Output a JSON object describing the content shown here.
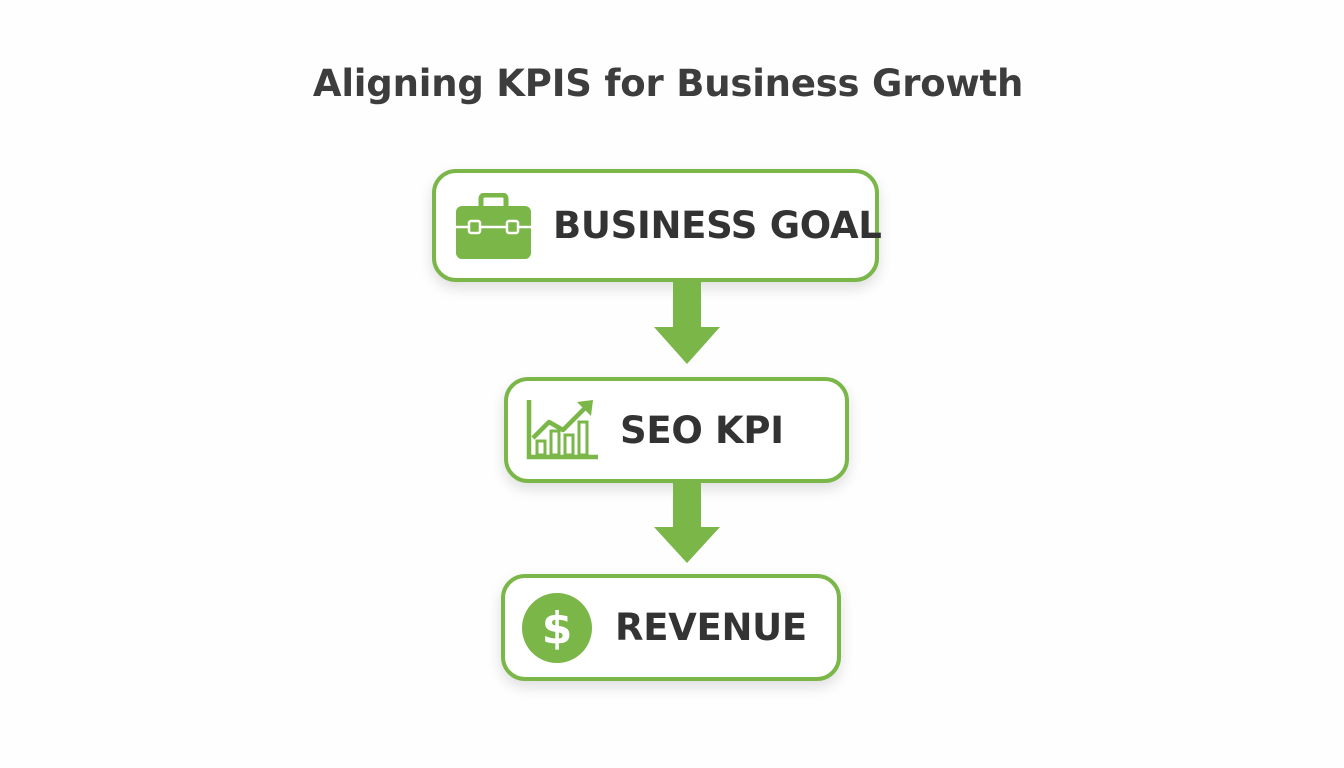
{
  "title": "Aligning KPIS for Business Growth",
  "colors": {
    "accent": "#7ab648",
    "text": "#333333",
    "background": "#fefefe"
  },
  "nodes": [
    {
      "label": "BUSINESS GOAL",
      "icon": "briefcase-icon"
    },
    {
      "label": "SEO KPI",
      "icon": "growth-chart-icon"
    },
    {
      "label": "REVENUE",
      "icon": "dollar-coin-icon"
    }
  ],
  "edges": [
    {
      "from": "BUSINESS GOAL",
      "to": "SEO KPI"
    },
    {
      "from": "SEO KPI",
      "to": "REVENUE"
    }
  ]
}
